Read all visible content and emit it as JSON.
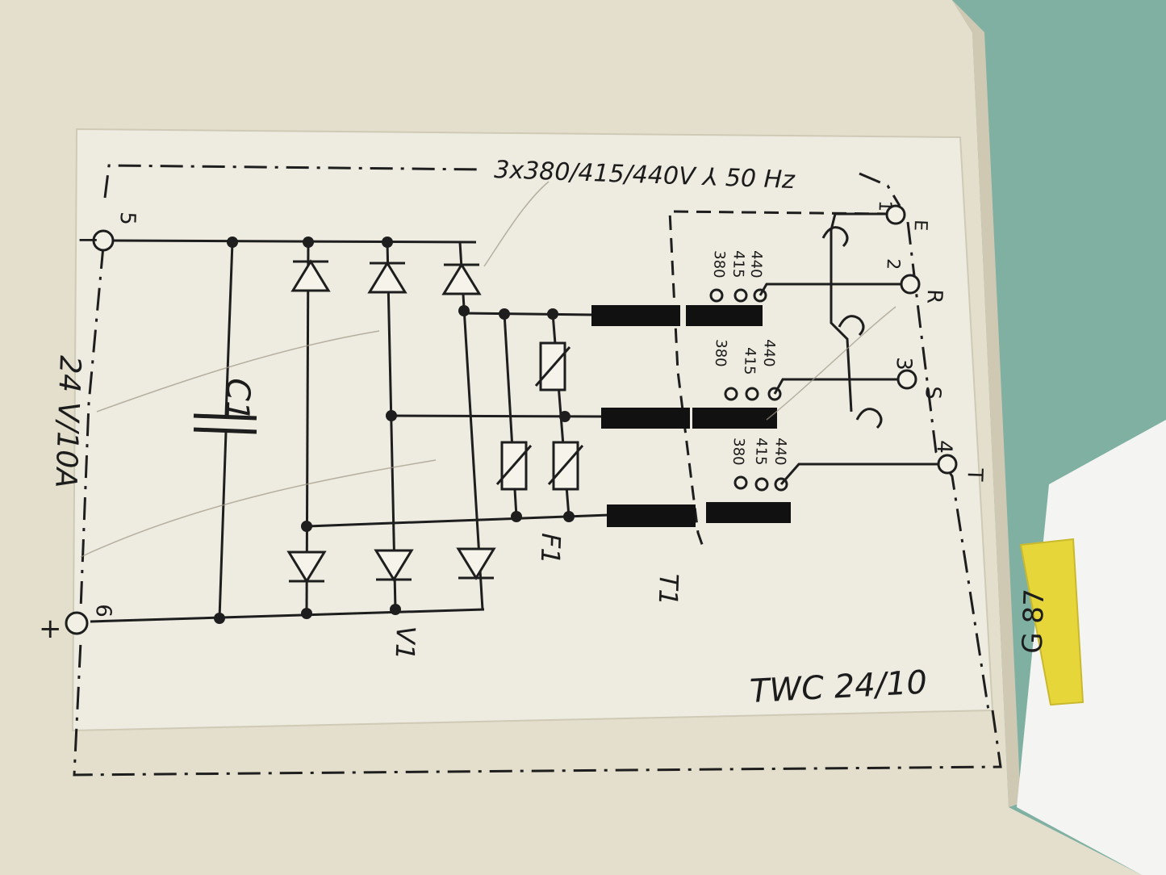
{
  "photo": {
    "subject": "wiring-diagram-label",
    "colors": {
      "table": "#7fb0a2",
      "housing": "#e4dfcc",
      "label": "#eeebe0",
      "ink": "#1e1e1e",
      "sticker": "#e6d63a"
    }
  },
  "diagram": {
    "supply": "3x380/415/440V ⅄ 50 Hz",
    "model": "TWC 24/10",
    "output": "24 V/10A",
    "minus": "−",
    "plus": "+",
    "components": {
      "capacitor": "C1",
      "rectifier": "V1",
      "fuses": "F1",
      "transformer": "T1"
    },
    "terminals": {
      "t1": "1",
      "t2": "2",
      "t3": "3",
      "t4": "4",
      "t5": "5",
      "t6": "6",
      "pe": "E",
      "r": "R",
      "s": "S",
      "t": "T"
    },
    "taps": [
      "440",
      "415",
      "380"
    ]
  },
  "sticker": {
    "text": "G 87"
  }
}
